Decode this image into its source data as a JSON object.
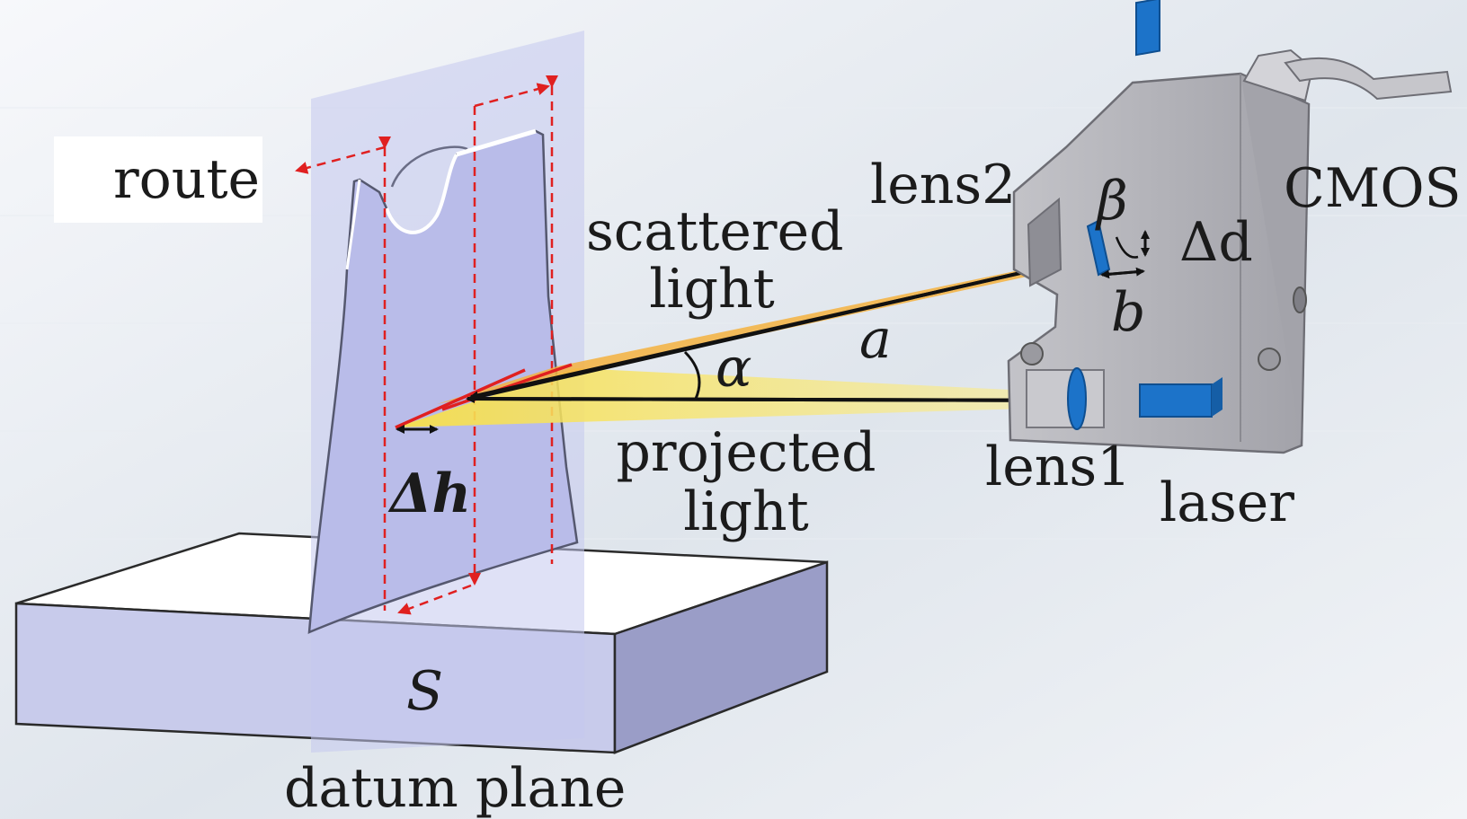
{
  "labels": {
    "route": "route",
    "scattered_line1": "scattered",
    "scattered_line2": "light",
    "projected_line1": "projected",
    "projected_line2": "light",
    "lens2": "lens2",
    "lens1": "lens1",
    "laser": "laser",
    "cmos": "CMOS",
    "delta_d": "Δd",
    "delta_h": "Δh",
    "alpha": "α",
    "beta": "β",
    "a": "a",
    "b": "b",
    "s": "S",
    "datum_plane": "datum plane"
  },
  "colors": {
    "background_top": "#f4f6f9",
    "background_shade": "#d4dbe5",
    "plane_blue": "#c5c8ee",
    "plane_blue_dark": "#9a9fcf",
    "base_top": "#ffffff",
    "base_front": "#c8cbeb",
    "base_side": "#9a9dc7",
    "sensor_body": "#b2b2b8",
    "sensor_dark": "#8e8e95",
    "optics_blue": "#1c73c9",
    "beam_yellow": "#f9e45a",
    "beam_orange": "#f2a233",
    "route_red": "#e02020",
    "arrow_black": "#111111"
  },
  "icons": {
    "laser": "laser-block",
    "lens1": "lens-icon",
    "lens2": "lens-icon",
    "cmos": "cmos-sensor-block"
  }
}
